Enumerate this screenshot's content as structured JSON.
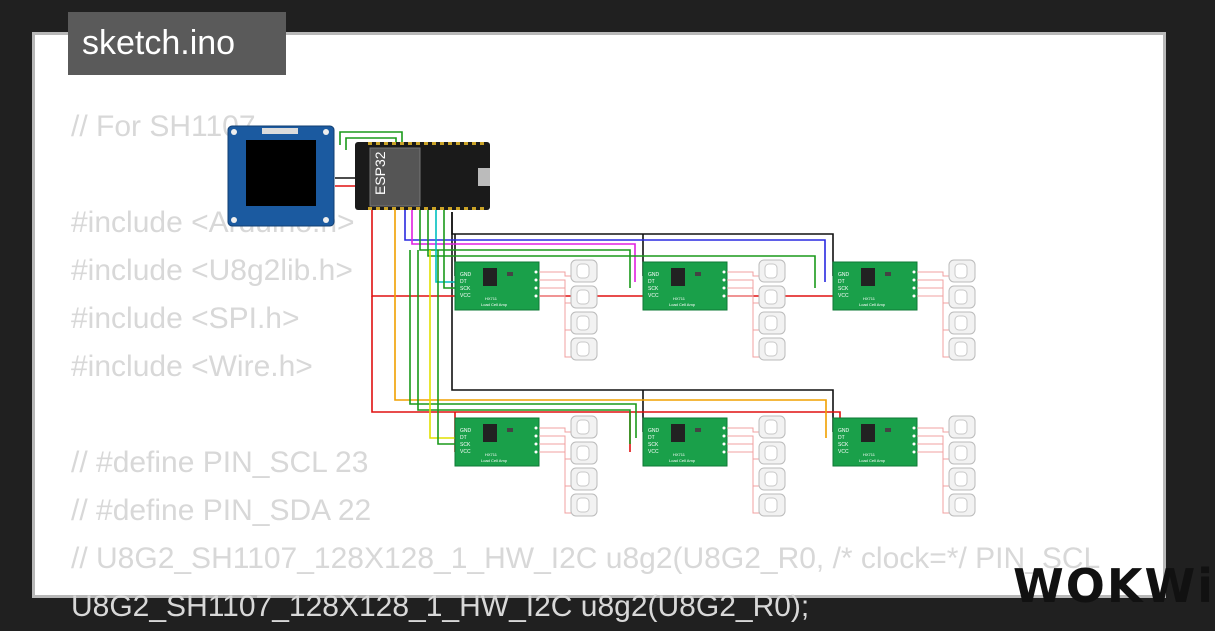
{
  "tab": {
    "label": "sketch.ino"
  },
  "code_lines": [
    "// For SH1107",
    "",
    "#include <Arduino.h>",
    "#include <U8g2lib.h>",
    "#include <SPI.h>",
    "#include <Wire.h>",
    "",
    "// #define PIN_SCL 23",
    "// #define PIN_SDA 22",
    "// U8G2_SH1107_128X128_1_HW_I2C u8g2(U8G2_R0, /* clock=*/ PIN_SCL",
    "U8G2_SH1107_128X128_1_HW_I2C u8g2(U8G2_R0);"
  ],
  "board": {
    "label": "ESP32"
  },
  "hx711": {
    "pins": [
      "GND",
      "DT",
      "SCK",
      "VCC"
    ],
    "title": "HX711",
    "subtitle": "Load Cell Amp"
  },
  "logo": {
    "text": "WOKWi"
  },
  "colors": {
    "tab_bg": "#5a5a5a",
    "code_text": "#d8d8d8",
    "pcb": "#1aa04a",
    "oled": "#1b5aa0"
  }
}
